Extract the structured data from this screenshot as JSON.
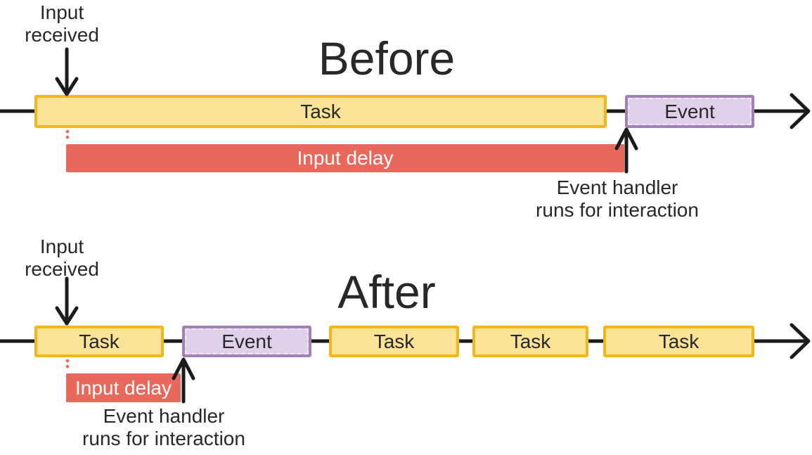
{
  "colors": {
    "task_fill": "#FAE296",
    "task_border": "#F3B71C",
    "event_fill": "#DFD1E9",
    "event_border": "#A27FB5",
    "delay_fill": "#E8695C",
    "delay_text": "#FFFFFF",
    "line": "#1B1B1B",
    "text": "#282828"
  },
  "before": {
    "title": "Before",
    "input_label": "Input\nreceived",
    "task_label": "Task",
    "event_label": "Event",
    "delay_label": "Input delay",
    "handler_label": "Event handler\nruns for interaction"
  },
  "after": {
    "title": "After",
    "input_label": "Input\nreceived",
    "event_label": "Event",
    "task_labels": [
      "Task",
      "Task",
      "Task",
      "Task"
    ],
    "delay_label": "Input delay",
    "handler_label": "Event handler\nruns for interaction"
  }
}
